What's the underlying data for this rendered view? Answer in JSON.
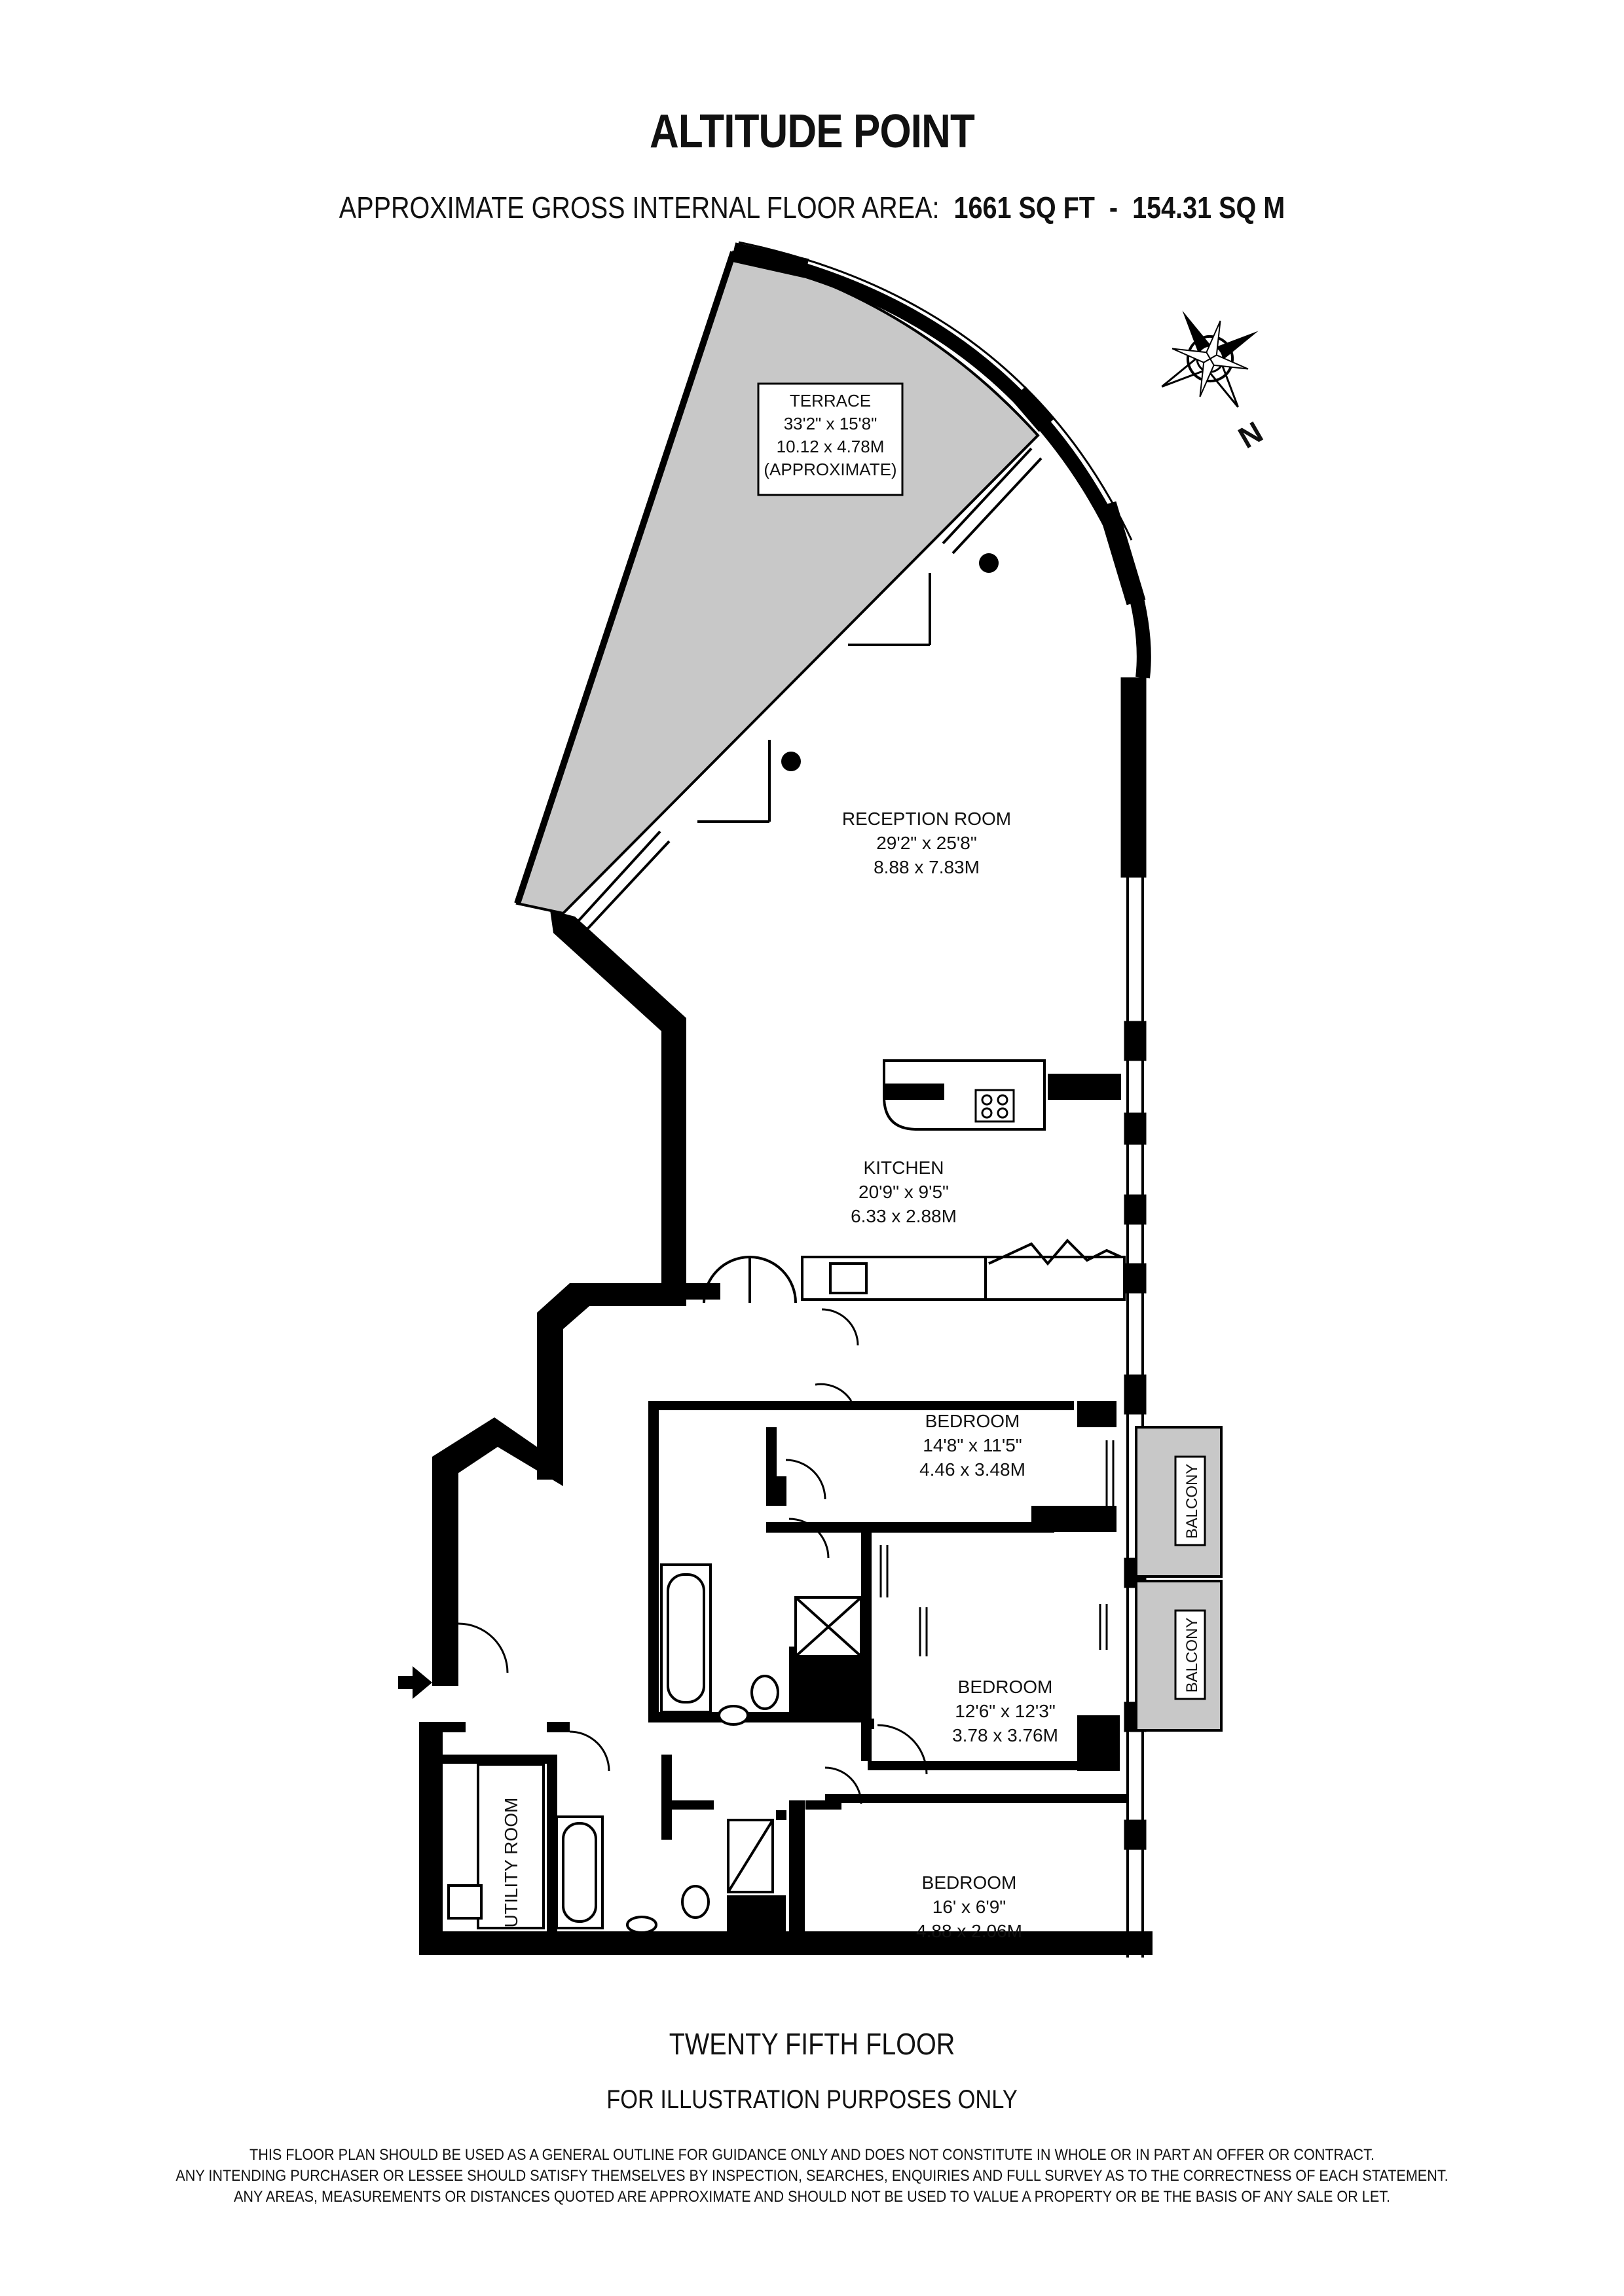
{
  "header": {
    "title": "ALTITUDE POINT",
    "area_label": "APPROXIMATE GROSS INTERNAL FLOOR AREA:",
    "area_sqft": "1661 SQ FT",
    "separator": "-",
    "area_sqm": "154.31 SQ M"
  },
  "compass": {
    "north_label": "N"
  },
  "rooms": {
    "terrace": {
      "name": "TERRACE",
      "imperial": "33'2\" x 15'8\"",
      "metric": "10.12 x 4.78M",
      "note": "(APPROXIMATE)"
    },
    "reception": {
      "name": "RECEPTION ROOM",
      "imperial": "29'2\" x 25'8\"",
      "metric": "8.88 x 7.83M"
    },
    "kitchen": {
      "name": "KITCHEN",
      "imperial": "20'9\" x 9'5\"",
      "metric": "6.33 x 2.88M"
    },
    "bedroom1": {
      "name": "BEDROOM",
      "imperial": "14'8\" x 11'5\"",
      "metric": "4.46 x 3.48M"
    },
    "bedroom2": {
      "name": "BEDROOM",
      "imperial": "12'6\" x 12'3\"",
      "metric": "3.78 x 3.76M"
    },
    "bedroom3": {
      "name": "BEDROOM",
      "imperial": "16' x 6'9\"",
      "metric": "4.88 x 2.06M"
    },
    "balcony1": {
      "name": "BALCONY"
    },
    "balcony2": {
      "name": "BALCONY"
    },
    "utility": {
      "name": "UTILITY ROOM"
    }
  },
  "footer": {
    "floor_name": "TWENTY FIFTH FLOOR",
    "illustration_note": "FOR ILLUSTRATION PURPOSES ONLY",
    "disclaimer": [
      "THIS FLOOR PLAN SHOULD BE USED AS A GENERAL OUTLINE FOR GUIDANCE ONLY AND DOES NOT CONSTITUTE IN WHOLE OR IN PART AN OFFER OR CONTRACT.",
      "ANY INTENDING PURCHASER OR LESSEE SHOULD SATISFY THEMSELVES BY INSPECTION, SEARCHES, ENQUIRIES AND FULL SURVEY AS TO THE CORRECTNESS OF EACH STATEMENT.",
      "ANY AREAS, MEASUREMENTS OR DISTANCES QUOTED ARE APPROXIMATE AND SHOULD NOT BE USED TO VALUE A PROPERTY OR BE THE BASIS OF ANY SALE OR LET."
    ]
  },
  "colors": {
    "wall": "#000000",
    "terrace_fill": "#c8c8c8",
    "balcony_fill": "#c8c8c8",
    "background": "#ffffff"
  }
}
